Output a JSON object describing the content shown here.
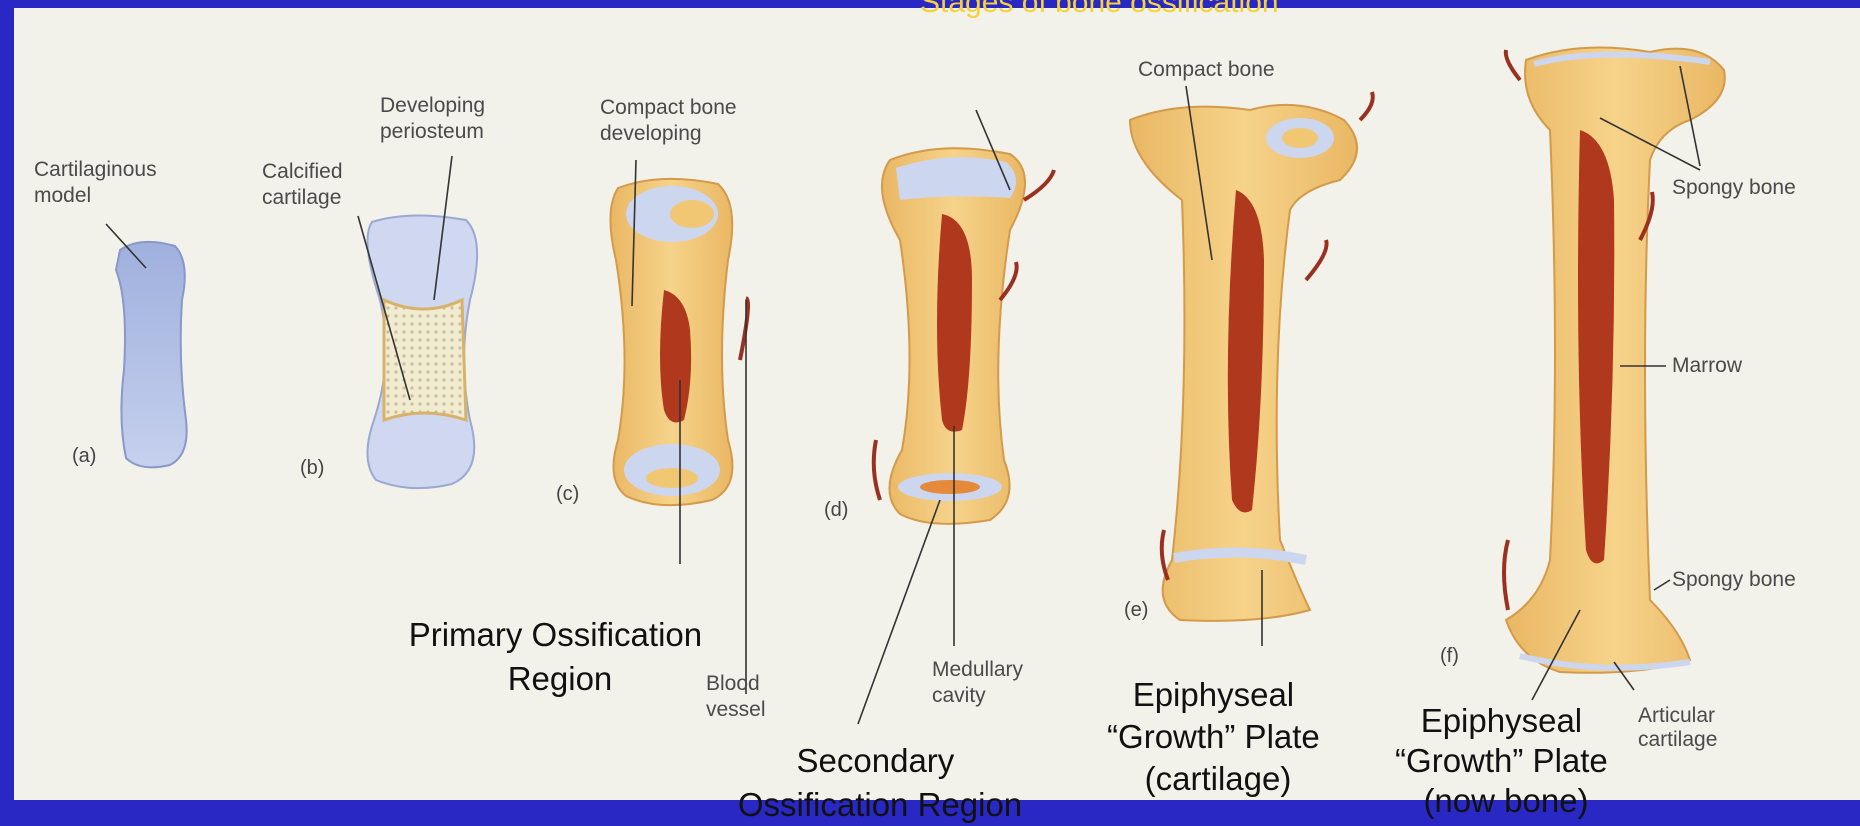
{
  "header": {
    "text": "Stages of bone ossification"
  },
  "colors": {
    "background": "#2a28c4",
    "panel": "#f2f1ea",
    "cartilage": "#a9b8e0",
    "bone": "#f2c873",
    "marrow": "#b0381c",
    "header_text": "#f5d23a"
  },
  "stages": [
    {
      "letter": "(a)"
    },
    {
      "letter": "(b)"
    },
    {
      "letter": "(c)"
    },
    {
      "letter": "(d)"
    },
    {
      "letter": "(e)"
    },
    {
      "letter": "(f)"
    }
  ],
  "labels": {
    "cartilaginous_model": [
      "Cartilaginous",
      "model"
    ],
    "calcified_cartilage": [
      "Calcified",
      "cartilage"
    ],
    "developing_periosteum": [
      "Developing",
      "periosteum"
    ],
    "compact_bone_developing": [
      "Compact bone",
      "developing"
    ],
    "compact_bone": "Compact bone",
    "spongy_bone_top": "Spongy bone",
    "marrow": "Marrow",
    "spongy_bone_bottom": "Spongy bone",
    "articular_cartilage": [
      "Articular",
      "cartilage"
    ],
    "blood_vessel": [
      "Blood",
      "vessel"
    ],
    "medullary_cavity": [
      "Medullary",
      "cavity"
    ]
  },
  "callouts": {
    "primary_ossification": [
      "Primary Ossification",
      "Region"
    ],
    "secondary_ossification": [
      "Secondary",
      "Ossification Region"
    ],
    "growth_plate_cartilage": [
      "Epiphyseal",
      "“Growth” Plate",
      "(cartilage)"
    ],
    "growth_plate_bone": [
      "Epiphyseal",
      "“Growth” Plate",
      "(now bone)"
    ]
  }
}
